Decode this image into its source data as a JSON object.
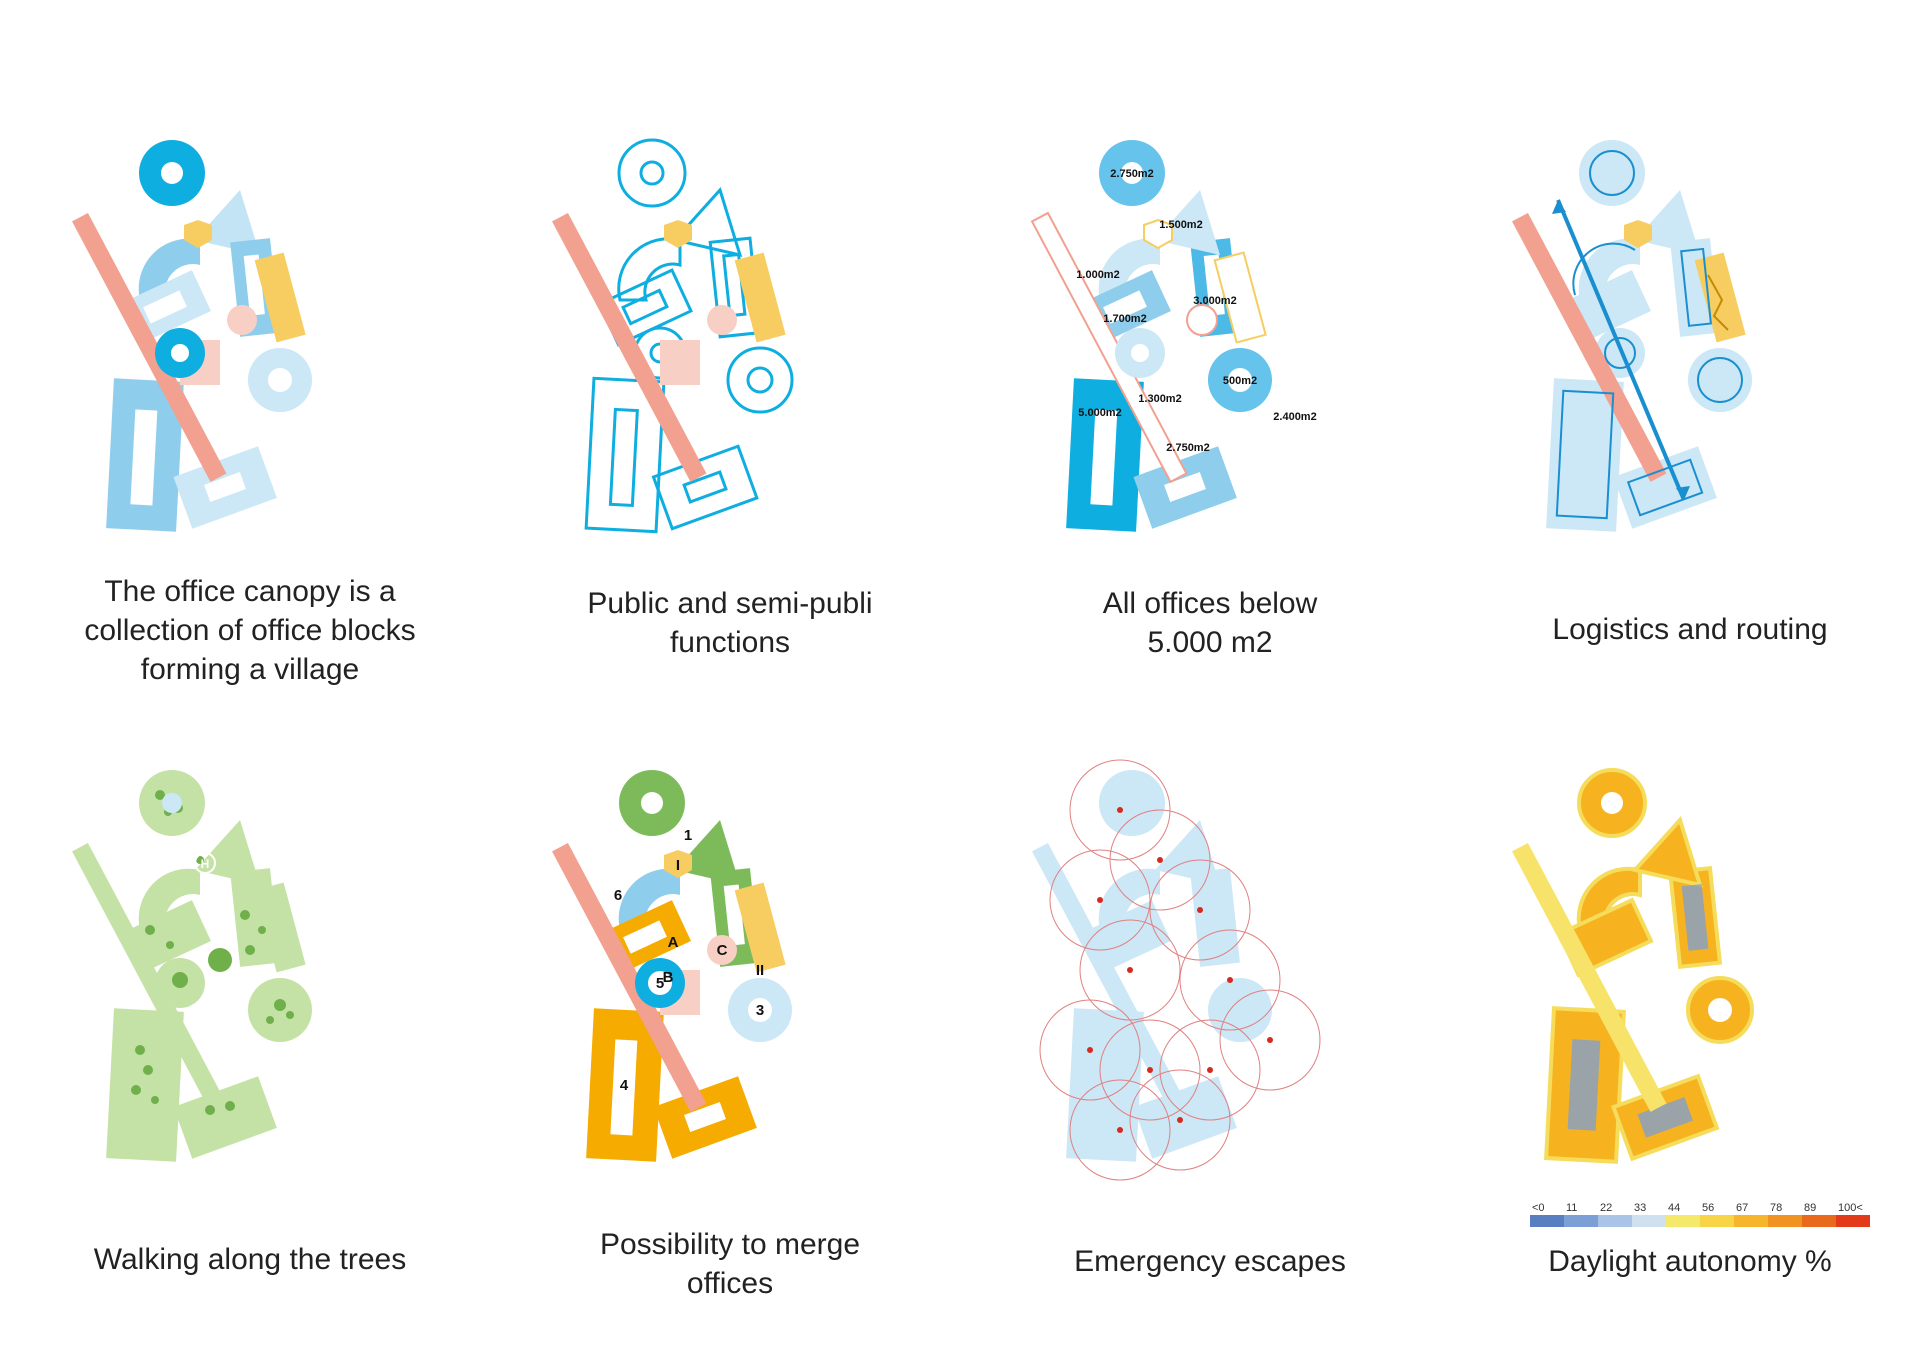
{
  "colors": {
    "cyan": "#0eaee0",
    "lightblue": "#8fcdec",
    "paleblue": "#cce7f6",
    "salmon": "#f2a090",
    "pink": "#f7cfc5",
    "yellow": "#f7cd62",
    "green": "#9ccc72",
    "lightgreen": "#c5e2a6",
    "orange": "#f6ab00",
    "red": "#d62a1e"
  },
  "panels": [
    {
      "id": "p1",
      "caption_lines": [
        "The office canopy is a",
        "collection of office blocks",
        "forming a village"
      ]
    },
    {
      "id": "p2",
      "caption_lines": [
        "Public and semi-publi",
        "functions"
      ]
    },
    {
      "id": "p3",
      "caption_lines": [
        "All offices below",
        "5.000 m2"
      ],
      "area_labels": [
        "2.750m2",
        "1.500m2",
        "1.000m2",
        "3.000m2",
        "1.700m2",
        "500m2",
        "1.300m2",
        "2.400m2",
        "5.000m2",
        "2.750m2"
      ]
    },
    {
      "id": "p4",
      "caption_lines": [
        "Logistics and routing"
      ]
    },
    {
      "id": "p5",
      "caption_lines": [
        "Walking along the trees"
      ],
      "icon_letter": "H"
    },
    {
      "id": "p6",
      "caption_lines": [
        "Possibility to merge",
        "offices"
      ],
      "block_labels": [
        "1",
        "I",
        "6",
        "A",
        "II",
        "B",
        "C",
        "5",
        "4",
        "3"
      ]
    },
    {
      "id": "p7",
      "caption_lines": [
        "Emergency escapes"
      ]
    },
    {
      "id": "p8",
      "caption_lines": [
        "Daylight autonomy %"
      ],
      "scale_ticks": [
        "<0",
        "11",
        "22",
        "33",
        "44",
        "56",
        "67",
        "78",
        "89",
        "100<"
      ],
      "scale_colors": [
        "#5a7fc0",
        "#7c9fd6",
        "#a9c4e6",
        "#cfe0ef",
        "#f4e96a",
        "#f8d447",
        "#f7b52e",
        "#f19322",
        "#ea6a1d",
        "#e33a1a"
      ]
    }
  ]
}
